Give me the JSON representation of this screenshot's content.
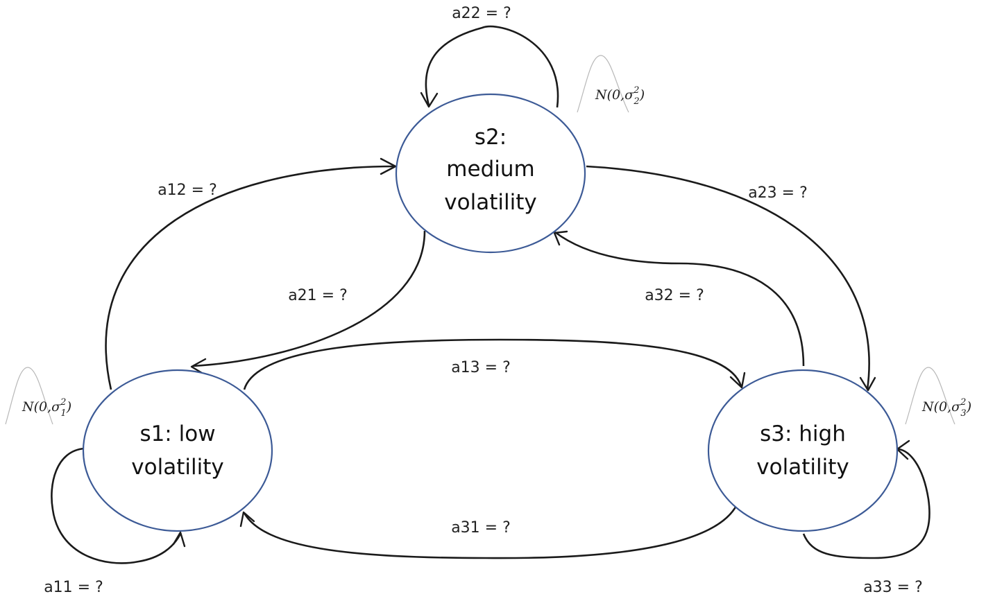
{
  "states": [
    {
      "id": "s1",
      "line1": "s1: low",
      "line2": "volatility"
    },
    {
      "id": "s2",
      "line1": "s2:",
      "line2": "medium",
      "line3": "volatility"
    },
    {
      "id": "s3",
      "line1": "s3: high",
      "line2": "volatility"
    }
  ],
  "transitions": [
    {
      "id": "a11",
      "from": "s1",
      "to": "s1",
      "label": "a11 = ?"
    },
    {
      "id": "a12",
      "from": "s1",
      "to": "s2",
      "label": "a12 = ?"
    },
    {
      "id": "a13",
      "from": "s1",
      "to": "s3",
      "label": "a13 = ?"
    },
    {
      "id": "a21",
      "from": "s2",
      "to": "s1",
      "label": "a21 = ?"
    },
    {
      "id": "a22",
      "from": "s2",
      "to": "s2",
      "label": "a22 = ?"
    },
    {
      "id": "a23",
      "from": "s2",
      "to": "s3",
      "label": "a23 = ?"
    },
    {
      "id": "a31",
      "from": "s3",
      "to": "s1",
      "label": "a31 = ?"
    },
    {
      "id": "a32",
      "from": "s3",
      "to": "s2",
      "label": "a32 = ?"
    },
    {
      "id": "a33",
      "from": "s3",
      "to": "s3",
      "label": "a33 = ?"
    }
  ],
  "emissions": [
    {
      "state": "s1",
      "prefix": "N(0,σ",
      "sup": "2",
      "sub": "1",
      "suffix": ")"
    },
    {
      "state": "s2",
      "prefix": "N(0,σ",
      "sup": "2",
      "sub": "2",
      "suffix": ")"
    },
    {
      "state": "s3",
      "prefix": "N(0,σ",
      "sup": "2",
      "sub": "3",
      "suffix": ")"
    }
  ],
  "colors": {
    "state_outline": "#3c5a96",
    "edge": "#1a1a1a",
    "bell_curve": "#b8b8b8"
  }
}
